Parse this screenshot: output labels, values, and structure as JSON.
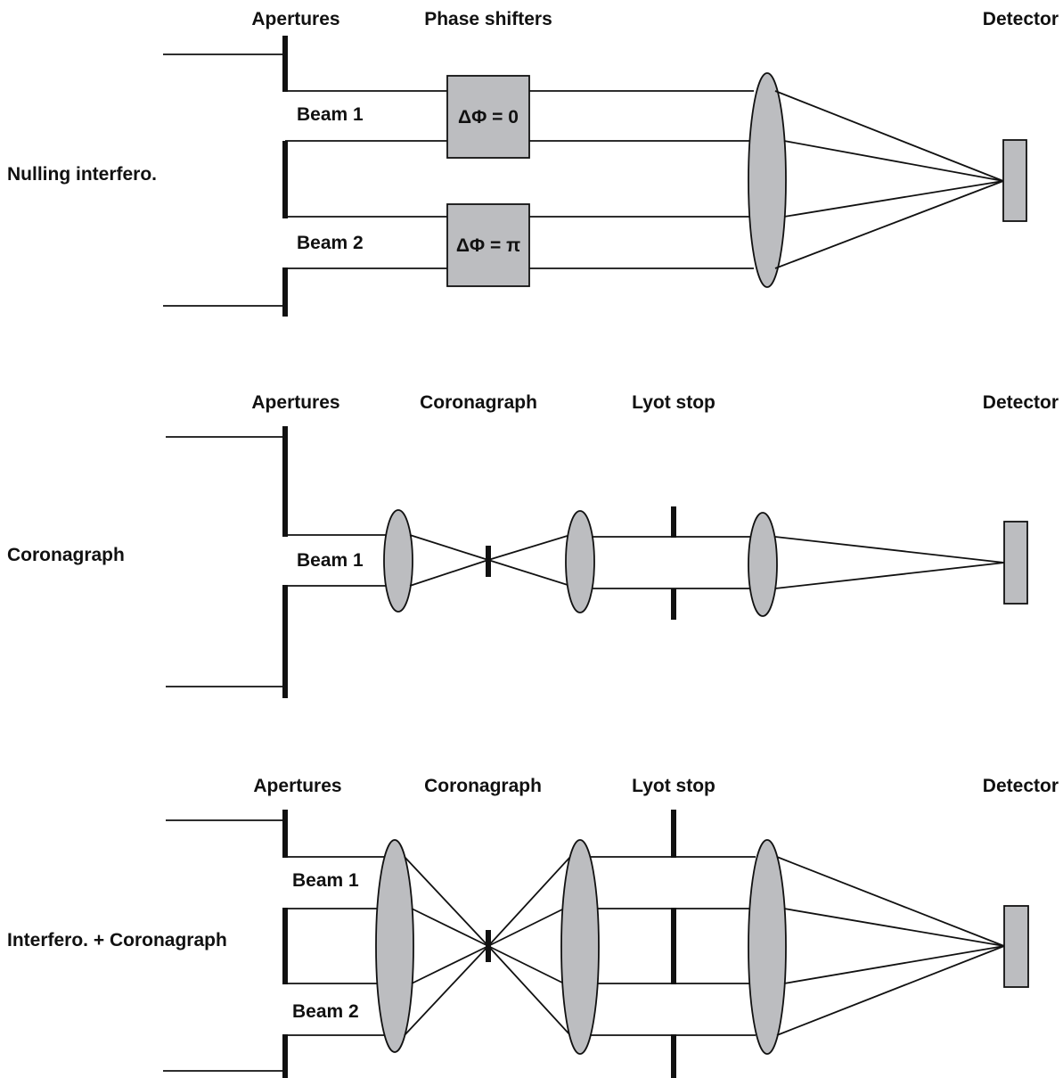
{
  "colors": {
    "ink": "#111111",
    "gray_fill": "#bcbdc0",
    "background": "#ffffff"
  },
  "panels": [
    {
      "name": "Nulling interfero.",
      "labels": {
        "apertures": "Apertures",
        "phase_shifters": "Phase shifters",
        "detector": "Detector"
      },
      "beams": [
        "Beam 1",
        "Beam 2"
      ],
      "phase_boxes": [
        "ΔΦ = 0",
        "ΔΦ = π"
      ]
    },
    {
      "name": "Coronagraph",
      "labels": {
        "apertures": "Apertures",
        "coronagraph": "Coronagraph",
        "lyot_stop": "Lyot stop",
        "detector": "Detector"
      },
      "beams": [
        "Beam 1"
      ]
    },
    {
      "name": "Interfero. + Coronagraph",
      "labels": {
        "apertures": "Apertures",
        "coronagraph": "Coronagraph",
        "lyot_stop": "Lyot stop",
        "detector": "Detector"
      },
      "beams": [
        "Beam 1",
        "Beam 2"
      ]
    }
  ]
}
